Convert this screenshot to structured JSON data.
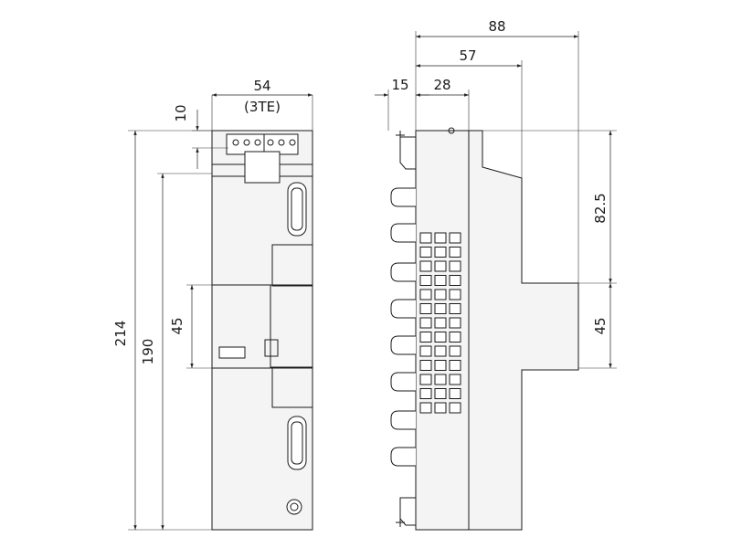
{
  "dimensions": {
    "front_width": "54",
    "front_width_sub": "(3TE)",
    "front_top": "10",
    "front_height_total": "214",
    "front_height_body": "190",
    "front_cutout": "45",
    "side_15": "15",
    "side_28": "28",
    "side_57": "57",
    "side_88": "88",
    "side_height_upper": "82.5",
    "side_height_lower": "45"
  }
}
